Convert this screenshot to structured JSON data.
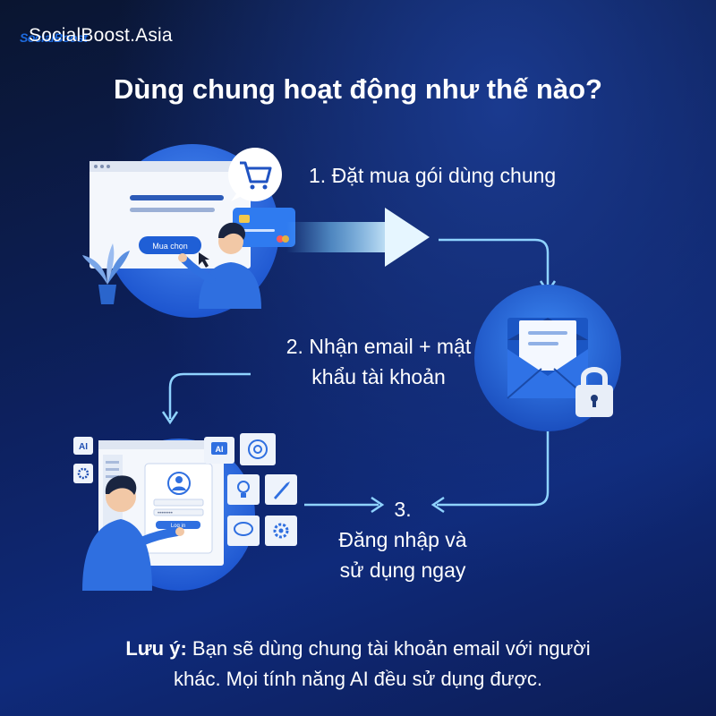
{
  "brand": {
    "name": "SocialBoost.Asia",
    "logo_text": "SocialBoost"
  },
  "title": "Dùng chung hoạt động như thế nào?",
  "steps": [
    {
      "label": "1. Đặt mua gói dùng chung"
    },
    {
      "line1": "2. Nhận email + mật",
      "line2": "khẩu tài khoản"
    },
    {
      "number": "3.",
      "line1": "Đăng nhập và",
      "line2": "sử dụng ngay"
    }
  ],
  "illustration": {
    "buy_button": "Mua chọn",
    "login_button": "Log in",
    "ai_badge": "AI",
    "password_dots": "••••••••"
  },
  "note": {
    "label": "Lưu ý:",
    "line1": "Bạn sẽ dùng chung tài khoản email với người",
    "line2": "khác. Mọi tính năng AI đều sử dụng được."
  },
  "icons": [
    "cart-icon",
    "credit-card-icon",
    "envelope-icon",
    "lock-icon",
    "ai-icon",
    "gear-icon",
    "openai-icon",
    "lightbulb-icon",
    "rocket-icon",
    "chat-icon",
    "user-icon",
    "plant-icon",
    "cursor-icon"
  ],
  "colors": {
    "background": "#0d2160",
    "accent": "#2f7bf0",
    "arrow": "#8fd3ff",
    "text": "#ffffff"
  }
}
